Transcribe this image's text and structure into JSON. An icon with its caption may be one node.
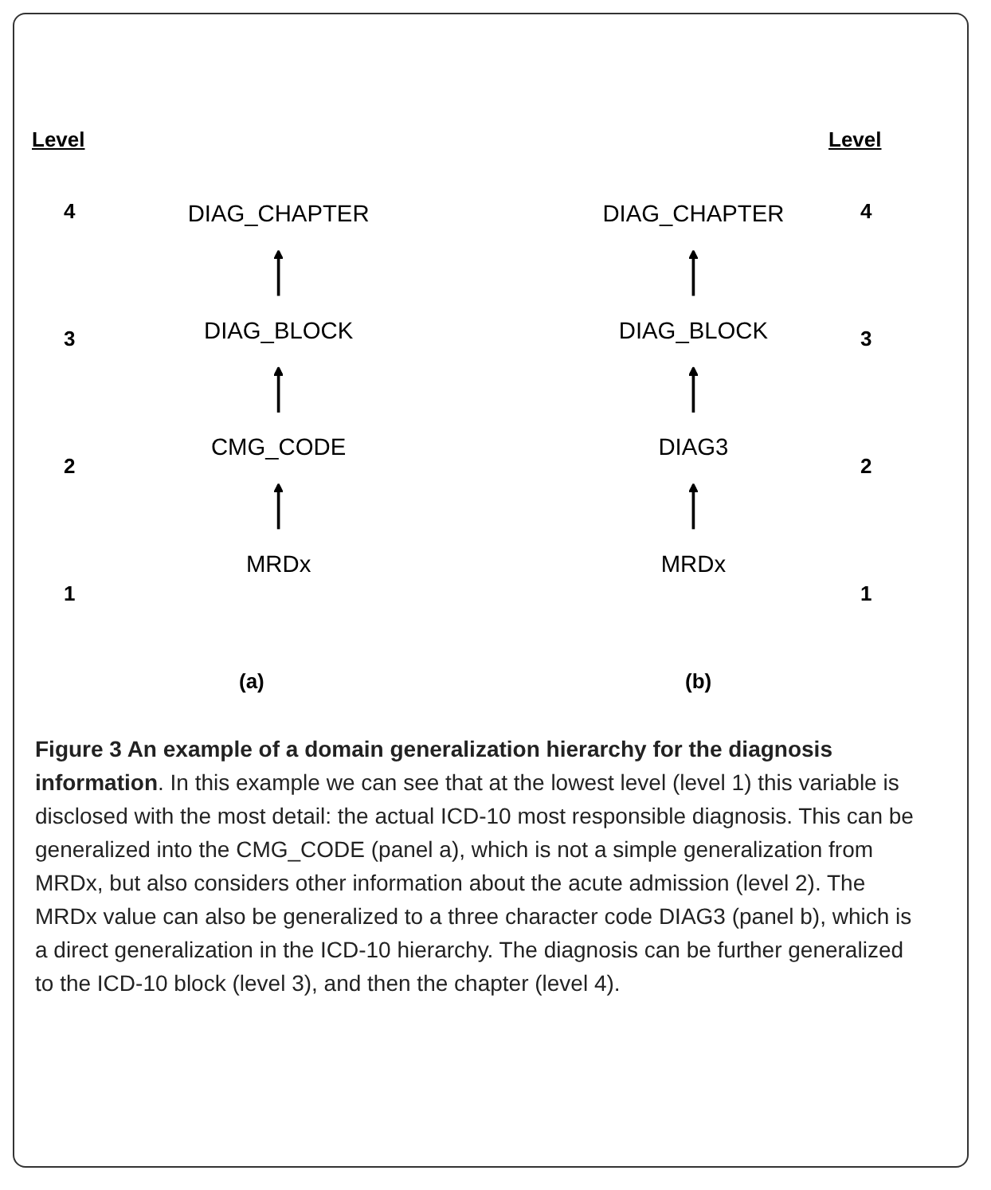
{
  "diagram": {
    "caption": "**Figure 3 An example of a domain generalization hierarchy for the diagnosis information**. In this example we can see that at the lowest level (level 1) this variable is disclosed with the most detail: the actual ICD-10 most responsible diagnosis. This can be generalized into the CMG_CODE (panel a), which is not a simple generalization from MRDx, but also considers other information about the acute admission (level 2). The MRDx value can also be generalized to a three character code DIAG3 (panel b), which is a direct generalization in the ICD-10 hierarchy. The diagnosis can be further generalized to the ICD-10 block (level 3), and then the chapter (level 4).",
    "nodes": [
      {
        "text": [
          "DIAG_CHAPTER"
        ]
      },
      {
        "text": [
          "DIAG_BLOCK"
        ]
      },
      {
        "text": [
          "CMG_CODE"
        ]
      },
      {
        "text": [
          "MRDx"
        ]
      },
      {
        "text": [
          "DIAG_CHAPTER"
        ]
      },
      {
        "text": [
          "DIAG_BLOCK"
        ]
      },
      {
        "text": [
          "DIAG3"
        ]
      },
      {
        "text": [
          "MRDx"
        ]
      }
    ],
    "edges": [
      {
        "from": 3,
        "to": 2,
        "arrow": "to"
      },
      {
        "from": 2,
        "to": 1,
        "arrow": "to"
      },
      {
        "from": 1,
        "to": 0,
        "arrow": "to"
      },
      {
        "from": 7,
        "to": 6,
        "arrow": "to"
      },
      {
        "from": 6,
        "to": 5,
        "arrow": "to"
      },
      {
        "from": 5,
        "to": 4,
        "arrow": "to"
      }
    ],
    "labels": [
      "Level",
      "4",
      "3",
      "2",
      "1",
      "(a)",
      "Level",
      "4",
      "3",
      "2",
      "1",
      "(b)"
    ]
  }
}
